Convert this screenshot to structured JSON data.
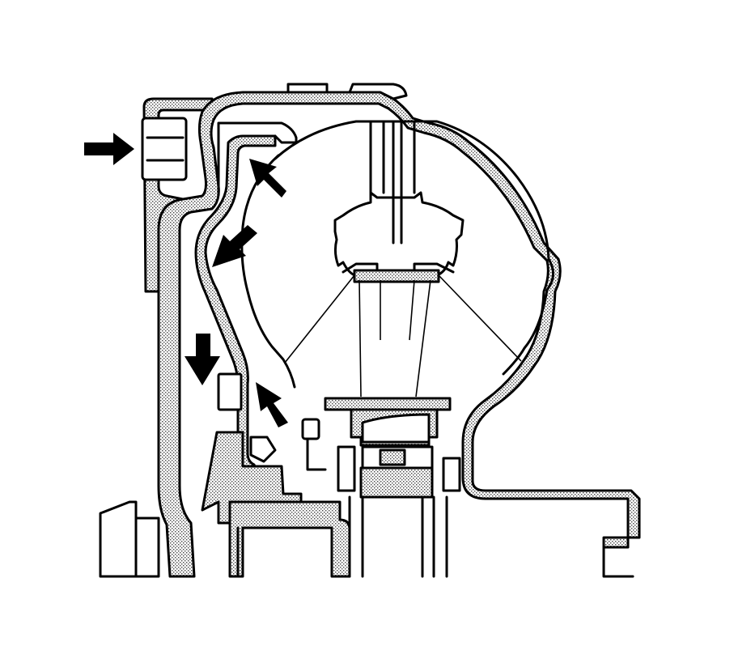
{
  "colors": {
    "line": "#000000",
    "background": "#ffffff",
    "stipple": "#9a9a9a"
  },
  "arrows": [
    {
      "name": "inlet-arrow",
      "direction": "right"
    },
    {
      "name": "arrow-upper-left-up",
      "direction": "up-left"
    },
    {
      "name": "arrow-mid-down",
      "direction": "down-left"
    },
    {
      "name": "arrow-lower-down",
      "direction": "down"
    },
    {
      "name": "arrow-lower-up",
      "direction": "up-left"
    }
  ]
}
